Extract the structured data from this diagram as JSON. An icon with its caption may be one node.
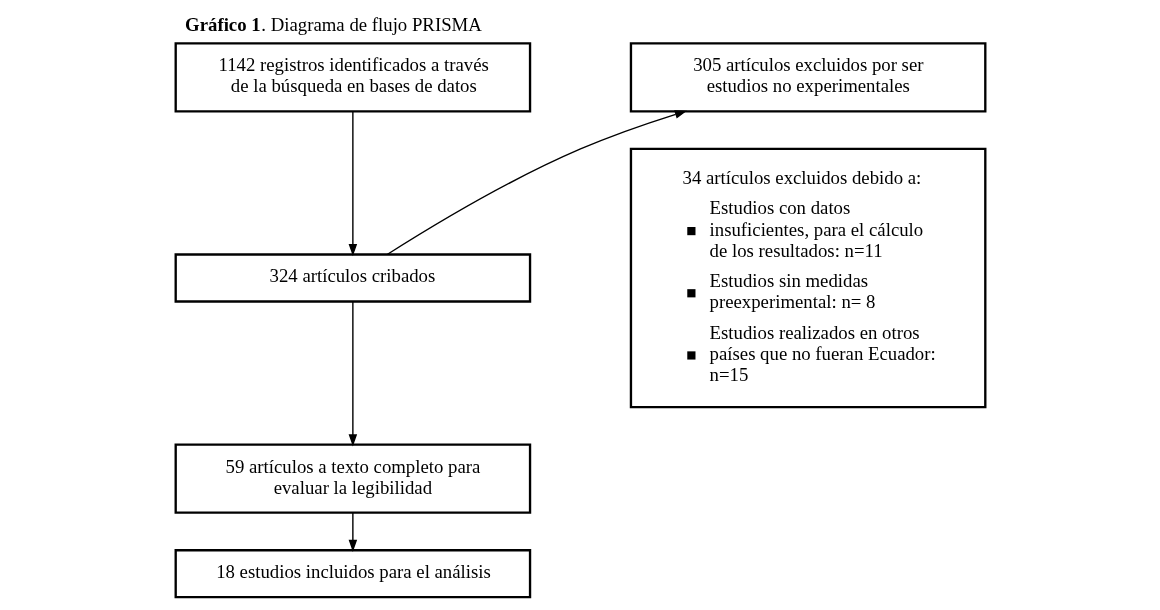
{
  "diagram": {
    "title": "**Gráfico 1**. Diagrama de flujo PRISMA",
    "nodes": [
      {
        "text": [
          "1142 registros identificados a través de la búsqueda en bases de datos"
        ]
      },
      {
        "text": [
          "305 artículos excluidos por ser estudios no experimentales"
        ]
      },
      {
        "text": [
          "324 artículos cribados"
        ]
      },
      {
        "text": [
          "34 artículos excluidos debido a:",
          "Estudios con datos insuficientes, para el cálculo de los resultados: n=11",
          "Estudios sin medidas preexperimental: n= 8",
          "Estudios realizados en otros países que no fueran Ecuador: n=15"
        ]
      },
      {
        "text": [
          "59 artículos a texto completo para evaluar la legibilidad"
        ]
      },
      {
        "text": [
          "18 estudios incluidos para el análisis"
        ]
      }
    ],
    "edges": [
      {
        "from": 0,
        "to": 2,
        "arrow": "to"
      },
      {
        "from": 2,
        "to": 1,
        "arrow": "to"
      },
      {
        "from": 2,
        "to": 4,
        "arrow": "to"
      },
      {
        "from": 4,
        "to": 5,
        "arrow": "to"
      }
    ]
  }
}
